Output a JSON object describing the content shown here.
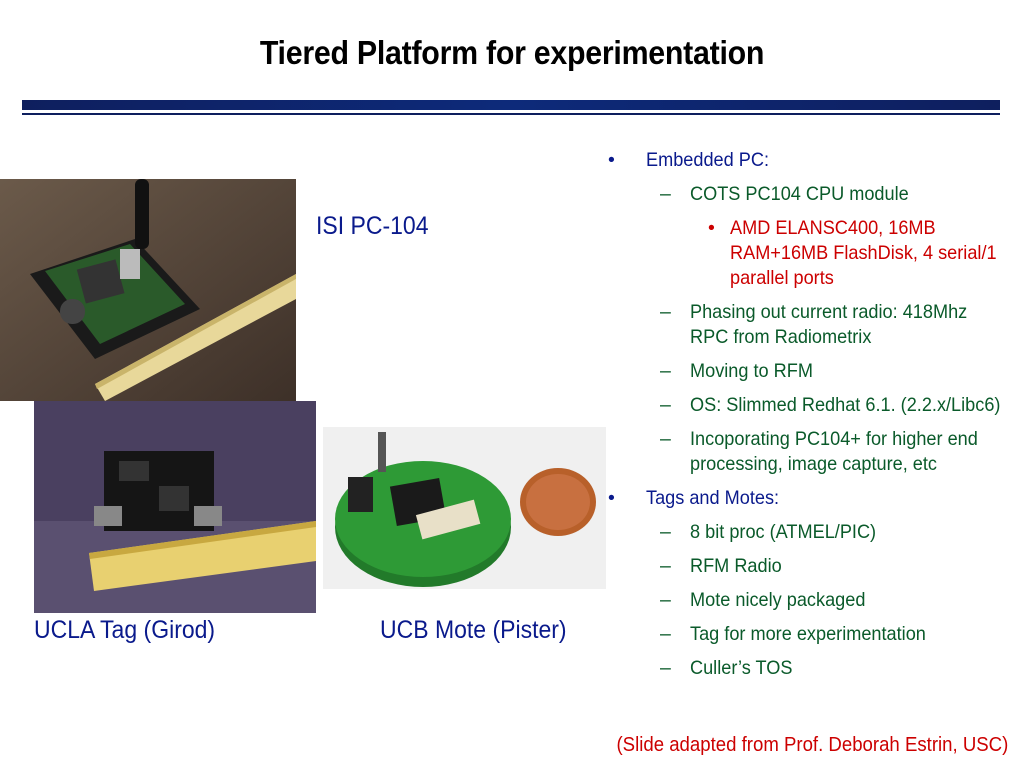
{
  "title": "Tiered Platform for experimentation",
  "captions": {
    "isi": "ISI PC-104",
    "ucla": "UCLA Tag (Girod)",
    "ucb": "UCB Mote (Pister)"
  },
  "bullets": [
    {
      "level": 1,
      "marker": "•",
      "text": "Embedded PC:"
    },
    {
      "level": 2,
      "marker": "–",
      "text": "COTS PC104 CPU module"
    },
    {
      "level": 3,
      "marker": "•",
      "text": "AMD ELANSC400, 16MB RAM+16MB FlashDisk, 4 serial/1 parallel ports"
    },
    {
      "level": 2,
      "marker": "–",
      "text": "Phasing out current radio: 418Mhz RPC from Radiometrix"
    },
    {
      "level": 2,
      "marker": "–",
      "text": "Moving to RFM"
    },
    {
      "level": 2,
      "marker": "–",
      "text": "OS: Slimmed Redhat 6.1. (2.2.x/Libc6)"
    },
    {
      "level": 2,
      "marker": "–",
      "text": "Incoporating PC104+ for higher end processing, image capture, etc"
    },
    {
      "level": 1,
      "marker": "•",
      "text": "Tags and Motes:"
    },
    {
      "level": 2,
      "marker": "–",
      "text": "8 bit proc (ATMEL/PIC)"
    },
    {
      "level": 2,
      "marker": "–",
      "text": "RFM Radio"
    },
    {
      "level": 2,
      "marker": "–",
      "text": "Mote nicely packaged"
    },
    {
      "level": 2,
      "marker": "–",
      "text": "Tag for more experimentation"
    },
    {
      "level": 2,
      "marker": "–",
      "text": "Culler’s TOS"
    }
  ],
  "footer": "(Slide adapted from Prof. Deborah Estrin, USC)",
  "colors": {
    "title": "#000000",
    "caption": "#0a1a8c",
    "level1": "#0a1a8c",
    "level2": "#0a5a2a",
    "level3": "#cc0000",
    "footer": "#cc0000",
    "rule": "#0e1f5e"
  }
}
